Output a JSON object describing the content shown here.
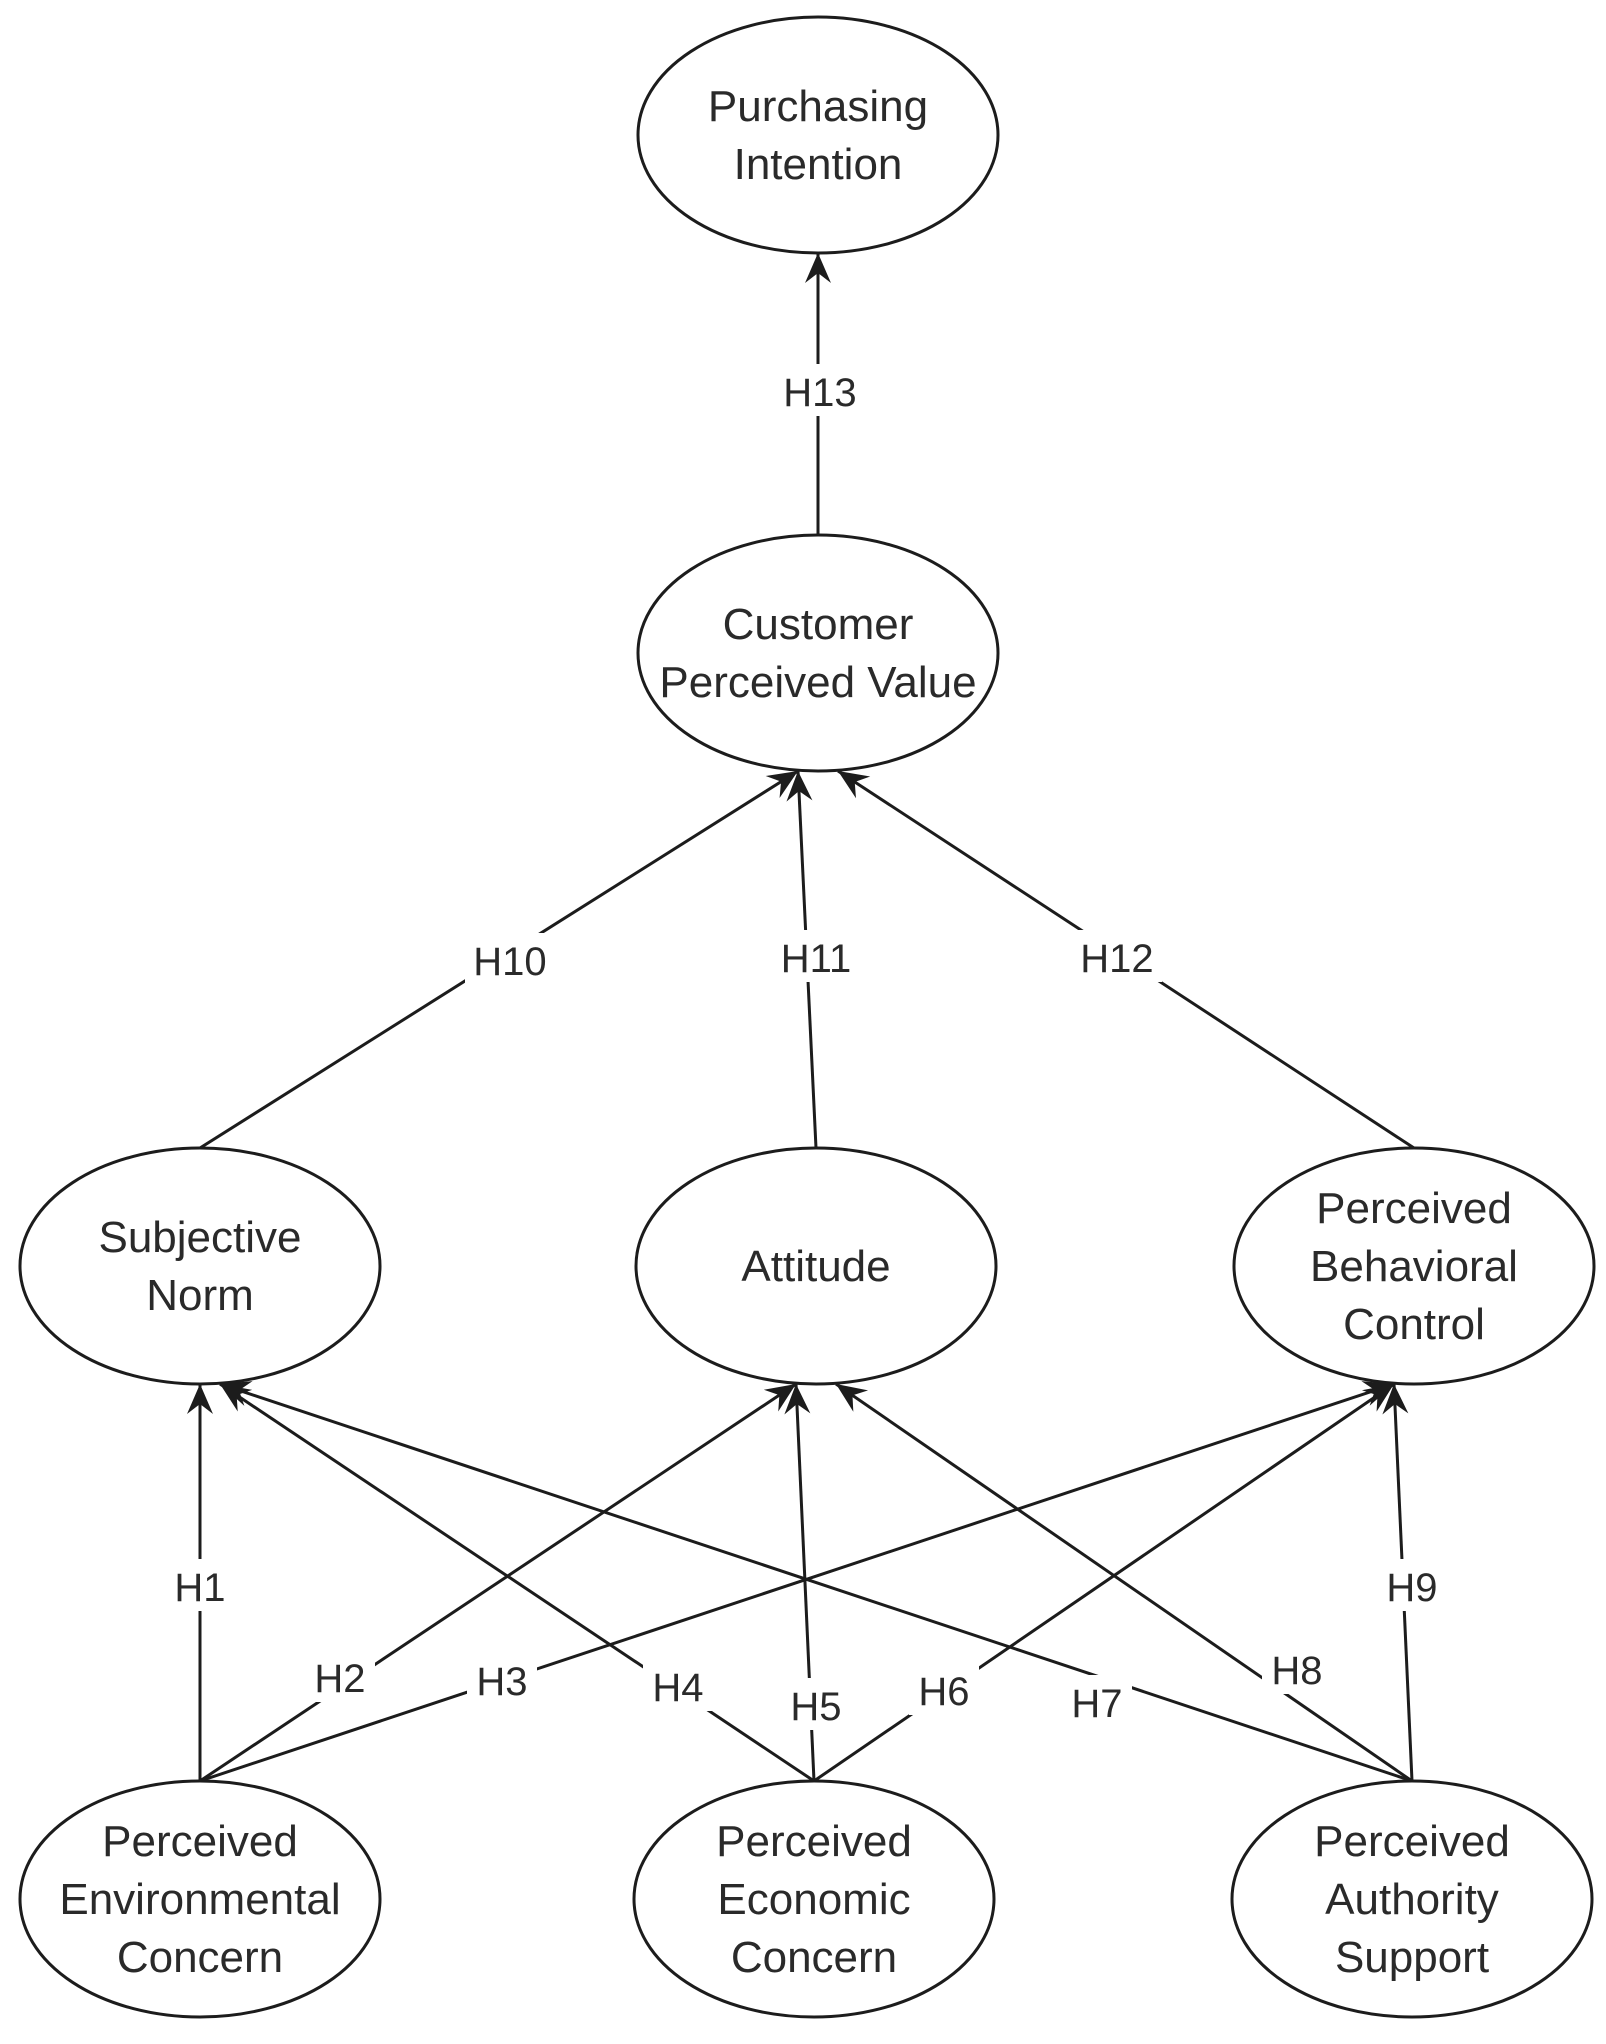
{
  "diagram": {
    "nodes": [
      {
        "id": "purchasing-intention",
        "lines": [
          "Purchasing",
          "Intention"
        ]
      },
      {
        "id": "customer-perceived-value",
        "lines": [
          "Customer",
          "Perceived Value"
        ]
      },
      {
        "id": "subjective-norm",
        "lines": [
          "Subjective",
          "Norm"
        ]
      },
      {
        "id": "attitude",
        "lines": [
          "Attitude"
        ]
      },
      {
        "id": "perceived-behavioral-control",
        "lines": [
          "Perceived",
          "Behavioral",
          "Control"
        ]
      },
      {
        "id": "perceived-environmental-concern",
        "lines": [
          "Perceived",
          "Environmental",
          "Concern"
        ]
      },
      {
        "id": "perceived-economic-concern",
        "lines": [
          "Perceived",
          "Economic",
          "Concern"
        ]
      },
      {
        "id": "perceived-authority-support",
        "lines": [
          "Perceived",
          "Authority",
          "Support"
        ]
      }
    ],
    "edges": [
      {
        "from": "perceived-environmental-concern",
        "to": "subjective-norm",
        "label": "H1"
      },
      {
        "from": "perceived-environmental-concern",
        "to": "attitude",
        "label": "H2"
      },
      {
        "from": "perceived-environmental-concern",
        "to": "perceived-behavioral-control",
        "label": "H3"
      },
      {
        "from": "perceived-economic-concern",
        "to": "subjective-norm",
        "label": "H4"
      },
      {
        "from": "perceived-economic-concern",
        "to": "attitude",
        "label": "H5"
      },
      {
        "from": "perceived-economic-concern",
        "to": "perceived-behavioral-control",
        "label": "H6"
      },
      {
        "from": "perceived-authority-support",
        "to": "subjective-norm",
        "label": "H7"
      },
      {
        "from": "perceived-authority-support",
        "to": "attitude",
        "label": "H8"
      },
      {
        "from": "perceived-authority-support",
        "to": "perceived-behavioral-control",
        "label": "H9"
      },
      {
        "from": "subjective-norm",
        "to": "customer-perceived-value",
        "label": "H10"
      },
      {
        "from": "attitude",
        "to": "customer-perceived-value",
        "label": "H11"
      },
      {
        "from": "perceived-behavioral-control",
        "to": "customer-perceived-value",
        "label": "H12"
      },
      {
        "from": "customer-perceived-value",
        "to": "purchasing-intention",
        "label": "H13"
      }
    ]
  }
}
